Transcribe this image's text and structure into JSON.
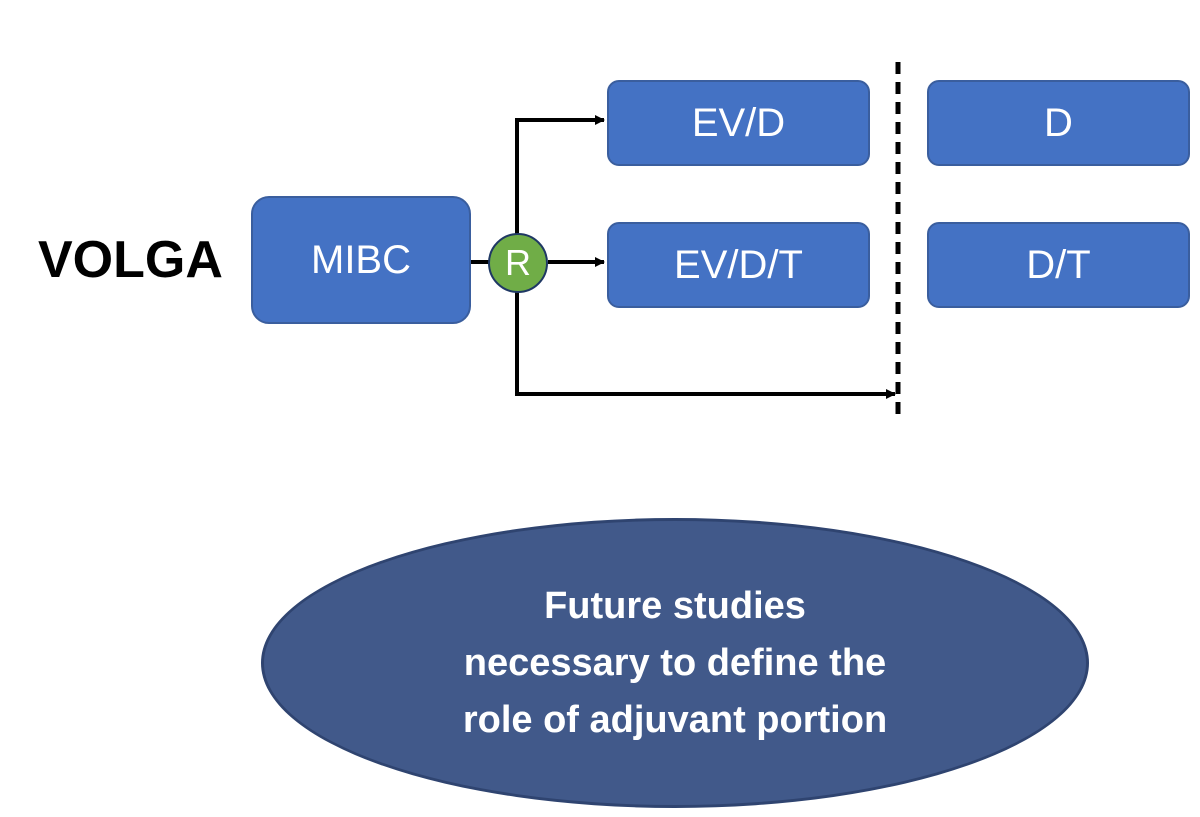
{
  "trial": {
    "name": "VOLGA"
  },
  "population": {
    "label": "MIBC"
  },
  "randomization": {
    "label": "R"
  },
  "arms": [
    {
      "label": "EV/D"
    },
    {
      "label": "EV/D/T"
    }
  ],
  "adjuvant": [
    {
      "label": "D"
    },
    {
      "label": "D/T"
    }
  ],
  "callout": {
    "lines": [
      "Future studies",
      "necessary to define the",
      "role of adjuvant portion"
    ]
  },
  "colors": {
    "box_fill": "#4472C4",
    "randomization_fill": "#70AD47",
    "callout_fill": "#41598A",
    "connector": "#000000"
  }
}
